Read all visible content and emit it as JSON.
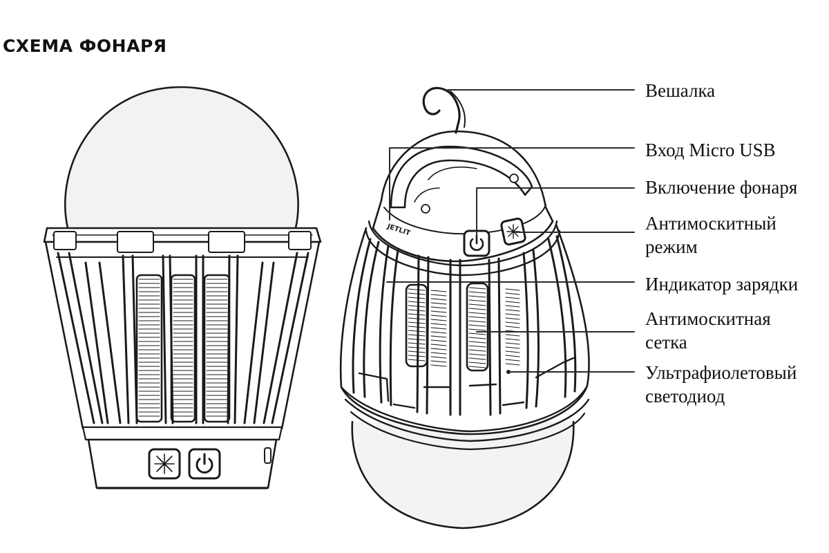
{
  "title": "СХЕМА ФОНАРЯ",
  "callouts": [
    {
      "id": "hanger",
      "lines": [
        "Вешалка"
      ]
    },
    {
      "id": "micro_usb",
      "lines": [
        "Вход Micro USB"
      ]
    },
    {
      "id": "power",
      "lines": [
        "Включение фонаря"
      ]
    },
    {
      "id": "mosquito_mode",
      "lines": [
        "Антимоскитный",
        "режим"
      ]
    },
    {
      "id": "charge_indicator",
      "lines": [
        "Индикатор зарядки"
      ]
    },
    {
      "id": "mosquito_grid",
      "lines": [
        "Антимоскитная",
        "сетка"
      ]
    },
    {
      "id": "uv_led",
      "lines": [
        "Ультрафиолетовый",
        "светодиод"
      ]
    }
  ],
  "device_marks": {
    "logo_text": "JETLIT"
  }
}
